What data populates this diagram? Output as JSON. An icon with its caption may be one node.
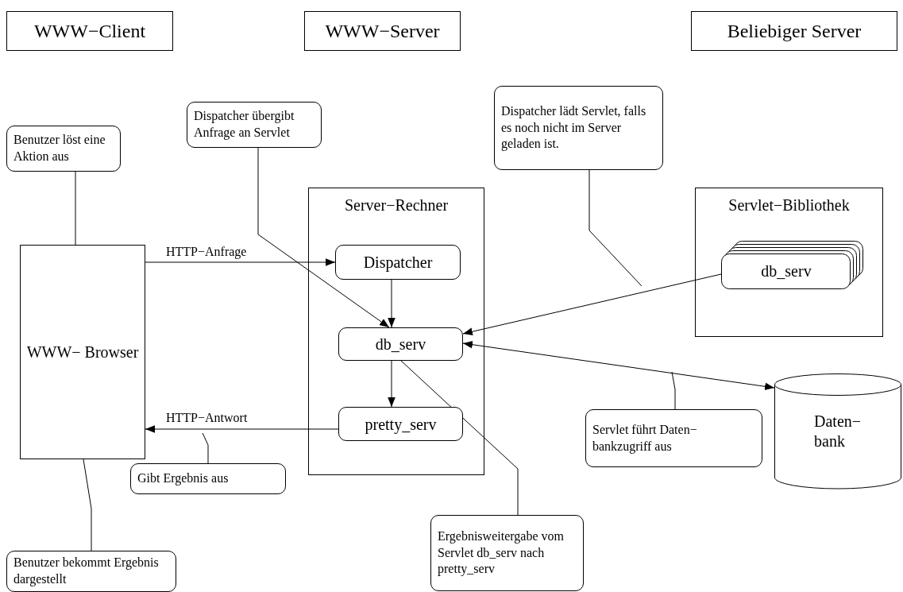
{
  "diagram": {
    "nodes": [
      {
        "text": [
          "WWW−Client"
        ]
      },
      {
        "text": [
          "WWW−Server"
        ]
      },
      {
        "text": [
          "Beliebiger Server"
        ]
      },
      {
        "text": [
          "Benutzer löst eine Aktion aus"
        ]
      },
      {
        "text": [
          "Dispatcher übergibt Anfrage an Servlet"
        ]
      },
      {
        "text": [
          "Dispatcher lädt Servlet, falls es noch nicht im Server geladen ist."
        ]
      },
      {
        "text": [
          "Server−Rechner"
        ]
      },
      {
        "text": [
          "Dispatcher"
        ],
        "in": 6
      },
      {
        "text": [
          "db_serv"
        ],
        "in": 6
      },
      {
        "text": [
          "pretty_serv"
        ],
        "in": 6
      },
      {
        "text": [
          "Servlet−Bibliothek"
        ]
      },
      {
        "text": [
          "db_serv"
        ],
        "in": 10
      },
      {
        "text": [
          "WWW− Browser"
        ]
      },
      {
        "text": [
          "Daten− bank"
        ]
      },
      {
        "text": [
          "Servlet führt Daten− bankzugriff aus"
        ]
      },
      {
        "text": [
          "Gibt Ergebnis aus"
        ]
      },
      {
        "text": [
          "Benutzer bekommt Ergebnis dargestellt"
        ]
      },
      {
        "text": [
          "Ergebnisweitergabe vom Servlet db_serv nach pretty_serv"
        ]
      }
    ],
    "edges": [
      {
        "from": 12,
        "to": 7,
        "arrow": "to",
        "label": "HTTP−Anfrage"
      },
      {
        "from": 7,
        "to": 8,
        "arrow": "to"
      },
      {
        "from": 8,
        "to": 9,
        "arrow": "to"
      },
      {
        "from": 9,
        "to": 12,
        "arrow": "to",
        "label": "HTTP−Antwort"
      },
      {
        "from": 11,
        "to": 8,
        "arrow": "to"
      },
      {
        "from": 8,
        "to": 13,
        "arrow": "both"
      },
      {
        "from": 3,
        "to": 12,
        "arrow": "none"
      },
      {
        "from": 4,
        "to": 8,
        "arrow": "to"
      },
      {
        "from": 5,
        "to": null,
        "arrow": "none"
      },
      {
        "from": 14,
        "to": null,
        "arrow": "none"
      },
      {
        "from": 15,
        "to": null,
        "arrow": "none"
      },
      {
        "from": 16,
        "to": 12,
        "arrow": "none"
      },
      {
        "from": 17,
        "to": 8,
        "arrow": "none"
      }
    ]
  }
}
